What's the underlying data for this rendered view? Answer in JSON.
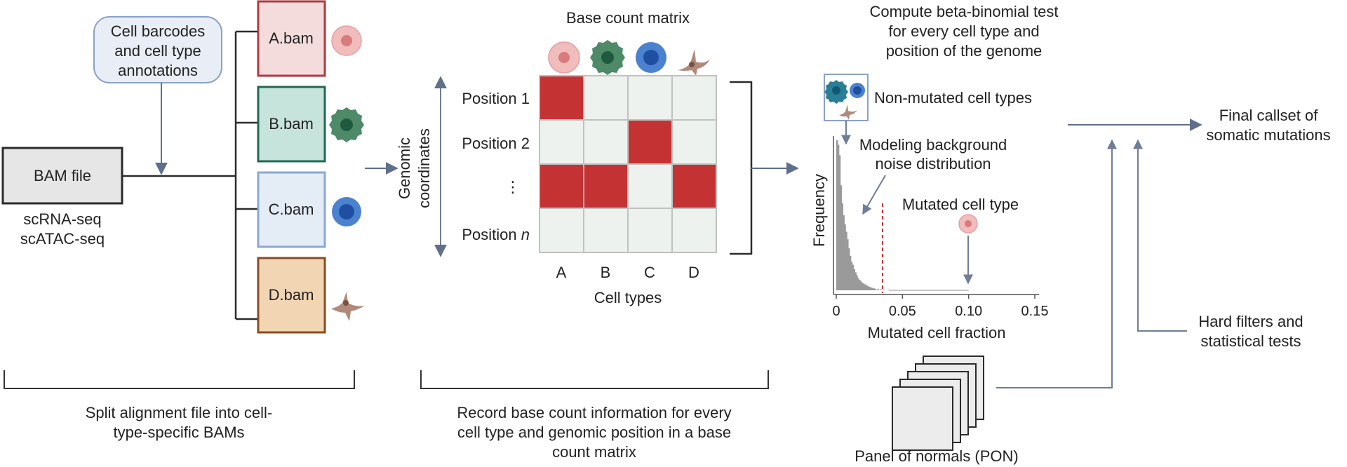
{
  "bam_file": {
    "label": "BAM file",
    "sub1": "scRNA-seq",
    "sub2": "scATAC-seq"
  },
  "annotation_box": {
    "line1": "Cell barcodes",
    "line2": "and cell type",
    "line3": "annotations"
  },
  "split_bams": [
    {
      "label": "A.bam",
      "fill": "#f4dcdc",
      "stroke": "#b0383f"
    },
    {
      "label": "B.bam",
      "fill": "#c6e3dc",
      "stroke": "#1f6a50"
    },
    {
      "label": "C.bam",
      "fill": "#e4ecf6",
      "stroke": "#8aa8d6"
    },
    {
      "label": "D.bam",
      "fill": "#f2d6b4",
      "stroke": "#8a4b24"
    }
  ],
  "matrix": {
    "title": "Base count matrix",
    "y_axis_line1": "Genomic",
    "y_axis_line2": "coordinates",
    "rows": [
      "Position 1",
      "Position 2",
      "⋮",
      "Position n"
    ],
    "row_last_prefix": "Position ",
    "row_last_suffix": "n",
    "cols": [
      "A",
      "B",
      "C",
      "D"
    ],
    "x_axis": "Cell types",
    "cells": [
      [
        1,
        0,
        0,
        0
      ],
      [
        0,
        0,
        1,
        0
      ],
      [
        1,
        1,
        0,
        1
      ],
      [
        0,
        0,
        0,
        0
      ]
    ],
    "cell_colors": {
      "on": "#c43234",
      "off": "#eef2ee"
    }
  },
  "test": {
    "title_line1": "Compute beta-binomial test",
    "title_line2": "for every cell type and",
    "title_line3": "position of the genome",
    "non_mutated": "Non-mutated cell types",
    "modeling_line1": "Modeling background",
    "modeling_line2": "noise distribution",
    "mutated": "Mutated cell type",
    "y_label": "Frequency",
    "x_label": "Mutated cell fraction",
    "x_ticks": [
      "0",
      "0.05",
      "0.10",
      "0.15"
    ]
  },
  "chart_data": {
    "type": "bar",
    "title": "",
    "xlabel": "Mutated cell fraction",
    "ylabel": "Frequency",
    "xlim": [
      0,
      0.15
    ],
    "x_ticks": [
      0,
      0.05,
      0.1,
      0.15
    ],
    "bin_width": 0.001,
    "x": [
      0.001,
      0.002,
      0.003,
      0.004,
      0.005,
      0.006,
      0.007,
      0.008,
      0.009,
      0.01,
      0.011,
      0.012,
      0.013,
      0.014,
      0.015,
      0.016,
      0.017,
      0.018,
      0.019,
      0.02,
      0.021,
      0.022,
      0.023,
      0.024,
      0.025,
      0.026,
      0.027,
      0.028,
      0.029,
      0.03,
      0.032,
      0.034,
      0.036,
      0.04,
      0.045,
      0.05,
      0.06
    ],
    "values": [
      1.0,
      0.97,
      0.9,
      0.7,
      0.58,
      0.5,
      0.44,
      0.39,
      0.34,
      0.28,
      0.23,
      0.19,
      0.17,
      0.14,
      0.12,
      0.1,
      0.08,
      0.07,
      0.06,
      0.05,
      0.045,
      0.04,
      0.035,
      0.03,
      0.025,
      0.02,
      0.018,
      0.015,
      0.012,
      0.01,
      0.008,
      0.006,
      0.005,
      0.004,
      0.003,
      0.002,
      0.002
    ],
    "threshold": 0.035,
    "mutated_point": 0.1
  },
  "pon": {
    "label": "Panel of normals (PON)"
  },
  "filters": {
    "line1": "Hard filters and",
    "line2": "statistical tests"
  },
  "final": {
    "line1": "Final callset of",
    "line2": "somatic mutations"
  },
  "captions": {
    "split_line1": "Split alignment file into cell-",
    "split_line2": "type-specific BAMs",
    "record_line1": "Record base count information for every",
    "record_line2": "cell type and genomic position in a base",
    "record_line3": "count matrix"
  }
}
